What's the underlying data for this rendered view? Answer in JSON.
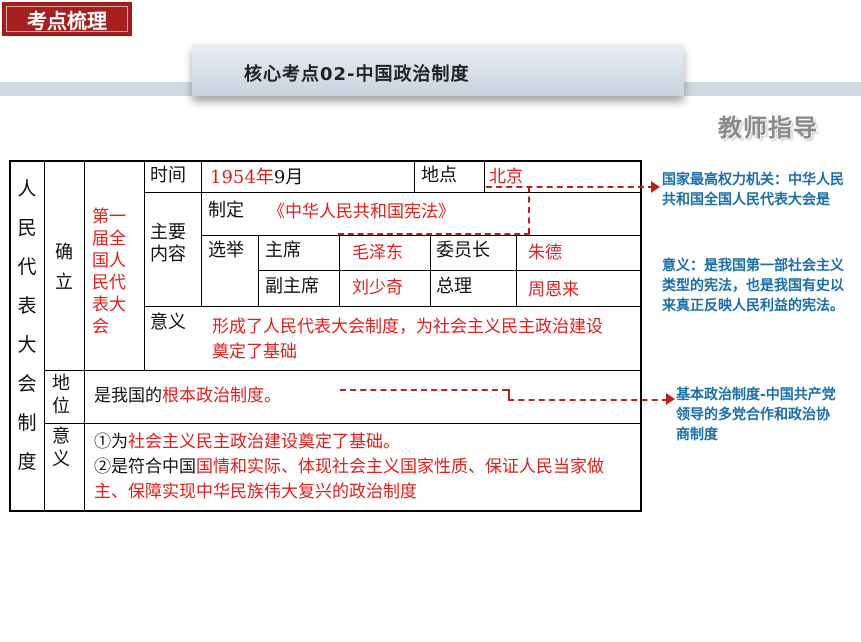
{
  "header": {
    "tag": "考点梳理",
    "title": "核心考点02-中国政治制度",
    "teacher_label": "教师指导"
  },
  "table": {
    "left_title": "人民代表大会制度",
    "establish_label": "确立",
    "first_congress": "第一届全国人民代表大会",
    "time_label": "时间",
    "time_value_year": "1954年",
    "time_value_month": "9月",
    "place_label": "地点",
    "place_value": "北京",
    "main_content_label": "主要内容",
    "enact_label": "制定",
    "enact_value": "《中华人民共和国宪法》",
    "elect_label": "选举",
    "chairman_label": "主席",
    "chairman_value": "毛泽东",
    "committee_label": "委员长",
    "committee_value": "朱德",
    "vice_chairman_label": "副主席",
    "vice_chairman_value": "刘少奇",
    "premier_label": "总理",
    "premier_value": "周恩来",
    "meaning_label": "意义",
    "meaning_value": "形成了人民代表大会制度，为社会主义民主政治建设奠定了基础",
    "status_label": "地位",
    "status_prefix": "是我国的",
    "status_value": "根本政治制度。",
    "significance_label": "意义",
    "sig1_prefix": "①为",
    "sig1_value": "社会主义民主政治建设奠定了基础。",
    "sig2_prefix": "②是符合中国",
    "sig2_value": "国情和实际、体现社会主义国家性质、保证人民当家做主、保障实现中华民族伟大复兴的政治制度"
  },
  "notes": {
    "note1_a": "国家最高权力机关：中华人民共和国全国人民代表大会是",
    "note1_b": "意义：是我国第一部社会主义类型的宪法，也是我国有史以来真正反映人民利益的宪法。",
    "note2": "基本政治制度-中国共产党领导的多党合作和政治协商制度"
  }
}
